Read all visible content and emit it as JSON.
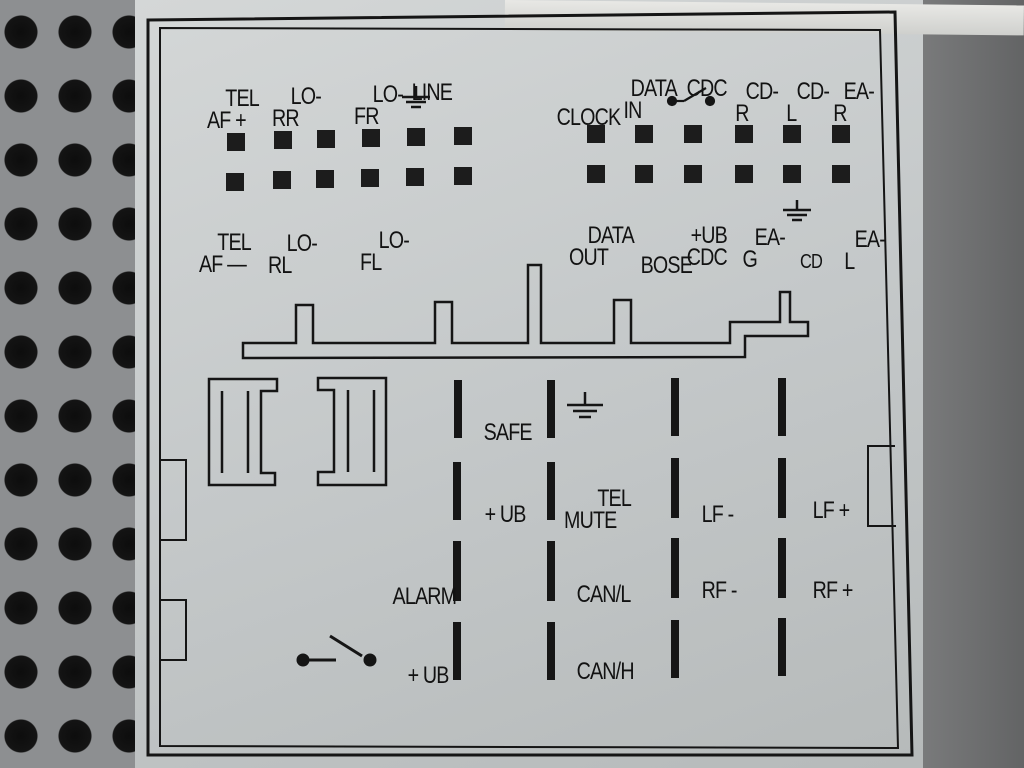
{
  "connector_a": {
    "top_labels": [
      {
        "lines": [
          "TEL",
          "AF +"
        ]
      },
      {
        "lines": [
          "LO-",
          "RR"
        ]
      },
      {
        "lines": [
          "LO-",
          "FR"
        ]
      },
      {
        "lines": [
          "LINE"
        ],
        "symbol": "ground-icon"
      }
    ],
    "bottom_labels": [
      {
        "lines": [
          "TEL",
          "AF —"
        ]
      },
      {
        "lines": [
          "LO-",
          "RL"
        ]
      },
      {
        "lines": [
          "LO-",
          "FL"
        ]
      }
    ]
  },
  "connector_b": {
    "top_labels": [
      {
        "lines": [
          "CLOCK"
        ]
      },
      {
        "lines": [
          "DATA",
          "IN"
        ]
      },
      {
        "lines": [
          "CDC"
        ],
        "symbol": "switch-icon"
      },
      {
        "lines": [
          "CD-",
          "R"
        ]
      },
      {
        "lines": [
          "CD-",
          "L"
        ]
      },
      {
        "lines": [
          "EA-",
          "R"
        ]
      }
    ],
    "bottom_labels": [
      {
        "lines": [
          "DATA",
          "OUT"
        ]
      },
      {
        "lines": [
          "BOSE"
        ]
      },
      {
        "lines": [
          "+UB",
          "CDC"
        ]
      },
      {
        "lines": [
          "EA-",
          "G"
        ]
      },
      {
        "lines": [
          "CD"
        ],
        "symbol": "ground-icon"
      },
      {
        "lines": [
          "EA-",
          "L"
        ]
      }
    ]
  },
  "power_connector": {
    "labels": {
      "safe": "SAFE",
      "ub_plus": "+ UB",
      "alarm": "ALARM",
      "switched_ub": "+ UB",
      "tel_mute": [
        "TEL",
        "MUTE"
      ],
      "can_l": "CAN/L",
      "can_h": "CAN/H",
      "lf_minus": "LF -",
      "lf_plus": "LF +",
      "rf_minus": "RF -",
      "rf_plus": "RF +"
    },
    "symbols": [
      "ground-icon",
      "ignition-switch-icon"
    ]
  },
  "colors": {
    "sticker": "#c9cccd",
    "ink": "#121212",
    "grille": "#8d8f91"
  }
}
